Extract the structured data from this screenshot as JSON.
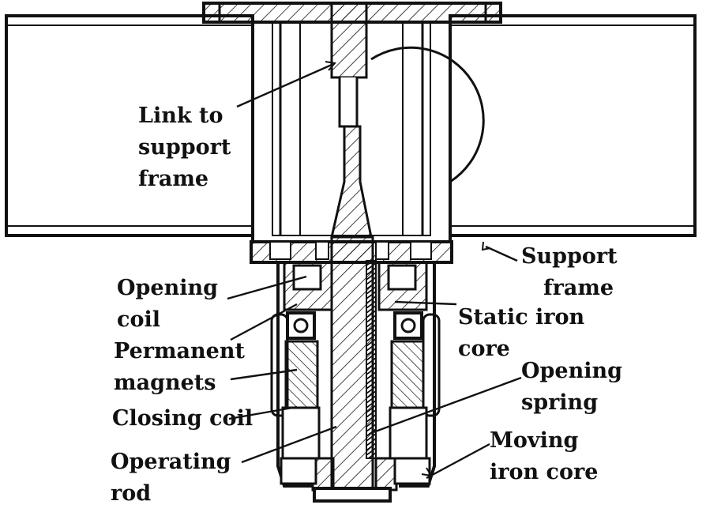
{
  "labels": {
    "link": [
      "Link to",
      "support",
      "frame"
    ],
    "support_frame": [
      "Support",
      "frame"
    ],
    "opening_coil": [
      "Opening",
      "coil"
    ],
    "static_core": [
      "Static iron",
      "core"
    ],
    "permanent_magnets": [
      "Permanent",
      "magnets"
    ],
    "opening_spring": [
      "Opening",
      "spring"
    ],
    "closing_coil": [
      "Closing coil"
    ],
    "moving_core": [
      "Moving",
      "iron core"
    ],
    "operating_rod": [
      "Operating",
      "rod"
    ]
  },
  "colors": {
    "ink": "#111111",
    "paper": "#ffffff"
  }
}
